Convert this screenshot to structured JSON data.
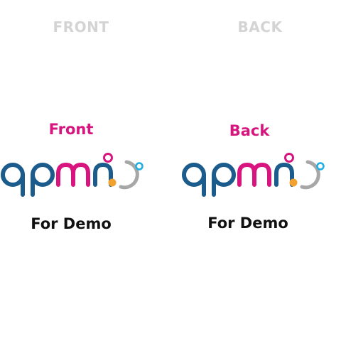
{
  "headings": {
    "front": "FRONT",
    "back": "BACK"
  },
  "front_panel": {
    "label": "Front",
    "logo_text": "qpmn",
    "caption": "For Demo"
  },
  "back_panel": {
    "label": "Back",
    "logo_text": "qpmn",
    "caption": "For Demo"
  },
  "colors": {
    "heading_gray": "#d4d4d4",
    "label_magenta": "#d8157f",
    "logo_blue": "#1c5c8c",
    "logo_magenta": "#d8157f",
    "logo_orange": "#f2a12f",
    "logo_cyan": "#1eaee3",
    "logo_ring_gray": "#a7a7a7",
    "caption_black": "#111111"
  },
  "icons": {
    "logo_mark": "qpmn-ring-dots-mark"
  }
}
